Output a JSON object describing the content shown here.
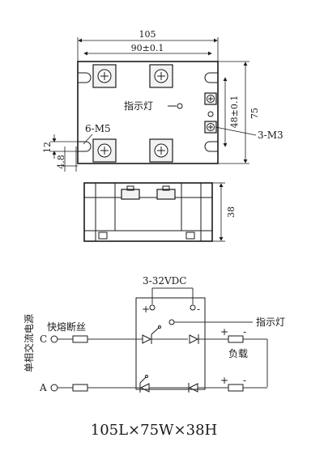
{
  "top_view": {
    "dim_overall_width": "105",
    "dim_hole_spacing_w": "90±0.1",
    "dim_overall_height": "75",
    "dim_hole_spacing_h": "48±0.1",
    "indicator_label": "指示灯",
    "mount_hole_label": "6-M5",
    "small_screw_label": "3-M3",
    "dim_slot_12": "12",
    "dim_slot_48": "4.8"
  },
  "side_view": {
    "dim_height": "38"
  },
  "circuit": {
    "control_voltage": "3-32VDC",
    "plus_sign": "+",
    "minus_sign": "-",
    "indicator_label": "指示灯",
    "fuse_label": "快熔断丝",
    "supply_label": "单相交流电源",
    "terminal_c": "C",
    "terminal_a": "A",
    "load_label": "负载",
    "load_plus_top": "+",
    "load_minus_top": "-",
    "load_plus_bottom": "+",
    "load_minus_bottom": "-"
  },
  "footer": {
    "dimensions_text": "105L×75W×38H"
  }
}
